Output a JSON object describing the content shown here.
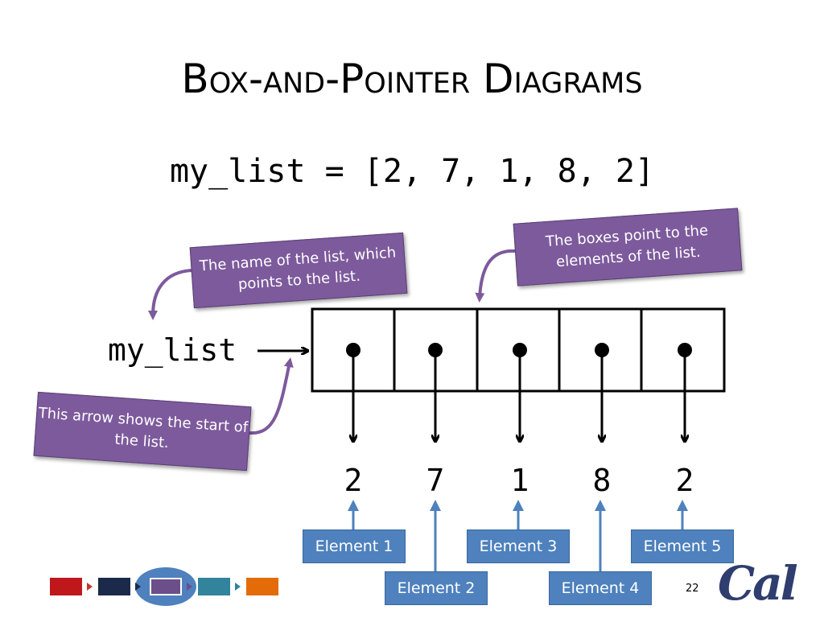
{
  "title": "Box-and-Pointer Diagrams",
  "code_line": "my_list = [2, 7, 1, 8, 2]",
  "variable_name": "my_list",
  "values": [
    "2",
    "7",
    "1",
    "8",
    "2"
  ],
  "callouts": {
    "name": "The name of the list, which points to the list.",
    "boxes": "The boxes point to the elements of the list.",
    "arrow": "This arrow shows the start of the list."
  },
  "element_labels": [
    "Element 1",
    "Element 2",
    "Element 3",
    "Element 4",
    "Element 5"
  ],
  "page_number": "22",
  "logo_text": "Cal",
  "colors": {
    "callout": "#7d5a9c",
    "element_label": "#4e81bd",
    "nav": [
      "#c0171d",
      "#1b2a4a",
      "#6b4e8a",
      "#31849b",
      "#e36c09"
    ],
    "nav_highlight": "#4e81bd"
  }
}
